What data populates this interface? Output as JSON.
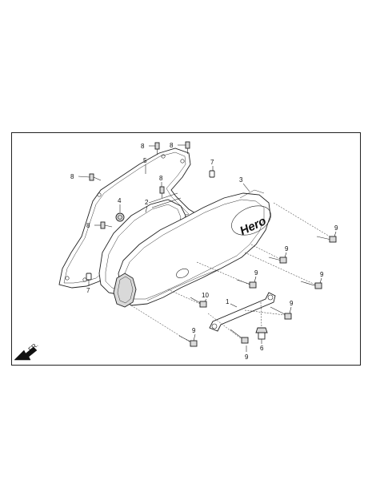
{
  "diagram": {
    "callouts": [
      {
        "id": "c8a",
        "text": "8"
      },
      {
        "id": "c8b",
        "text": "8"
      },
      {
        "id": "c8c",
        "text": "8"
      },
      {
        "id": "c8d",
        "text": "8"
      },
      {
        "id": "c8e",
        "text": "8"
      },
      {
        "id": "c5",
        "text": "5"
      },
      {
        "id": "c7a",
        "text": "7"
      },
      {
        "id": "c7b",
        "text": "7"
      },
      {
        "id": "c4",
        "text": "4"
      },
      {
        "id": "c2",
        "text": "2"
      },
      {
        "id": "c3",
        "text": "3"
      },
      {
        "id": "c9a",
        "text": "9"
      },
      {
        "id": "c9b",
        "text": "9"
      },
      {
        "id": "c9c",
        "text": "9"
      },
      {
        "id": "c9d",
        "text": "9"
      },
      {
        "id": "c9e",
        "text": "9"
      },
      {
        "id": "c9f",
        "text": "9"
      },
      {
        "id": "c9g",
        "text": "9"
      },
      {
        "id": "c10",
        "text": "10"
      },
      {
        "id": "c1",
        "text": "1"
      },
      {
        "id": "c6",
        "text": "6"
      }
    ],
    "logo_text": "Hero",
    "direction_label": "FR."
  }
}
